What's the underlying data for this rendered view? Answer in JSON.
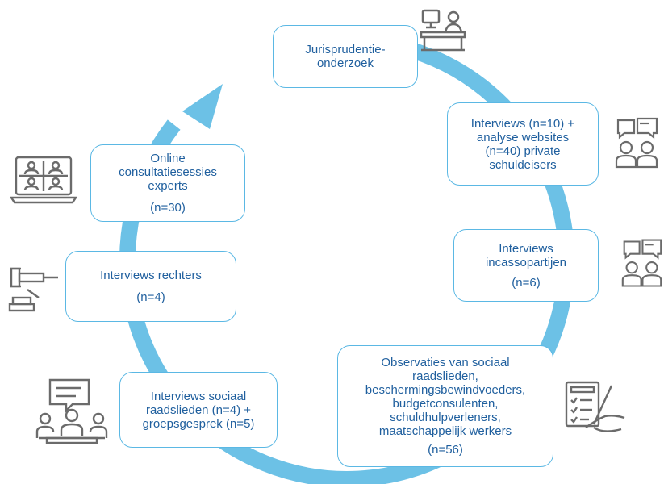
{
  "colors": {
    "arc": "#6cc1e6",
    "box_border": "#5bb8e4",
    "text": "#1f5f9e",
    "icon": "#6b6b6b"
  },
  "steps": [
    {
      "id": "jurisprudentie",
      "lines": [
        "Jurisprudentie-",
        "onderzoek"
      ],
      "count": "",
      "icon": "desk-researcher-icon"
    },
    {
      "id": "private-schuldeisers",
      "lines": [
        "Interviews (n=10) +",
        "analyse websites",
        "(n=40) private",
        "schuldeisers"
      ],
      "count": "",
      "icon": "interview-chat-icon"
    },
    {
      "id": "incassopartijen",
      "lines": [
        "Interviews",
        "incassopartijen"
      ],
      "count": "(n=6)",
      "icon": "interview-chat-icon"
    },
    {
      "id": "observaties",
      "lines": [
        "Observaties van sociaal",
        "raadslieden,",
        "beschermingsbewindvoeders,",
        "budgetconsulenten,",
        "schuldhulpverleners,",
        "maatschappelijk werkers"
      ],
      "count": "(n=56)",
      "icon": "observation-checklist-icon"
    },
    {
      "id": "sociaal-raadslieden",
      "lines": [
        "Interviews sociaal",
        "raadslieden (n=4) +",
        "groepsgesprek (n=5)"
      ],
      "count": "",
      "icon": "group-meeting-icon"
    },
    {
      "id": "rechters",
      "lines": [
        "Interviews rechters"
      ],
      "count": "(n=4)",
      "icon": "judge-gavel-icon"
    },
    {
      "id": "online-consultatie",
      "lines": [
        "Online",
        "consultatiesessies",
        "experts"
      ],
      "count": "(n=30)",
      "icon": "video-conference-icon"
    }
  ]
}
